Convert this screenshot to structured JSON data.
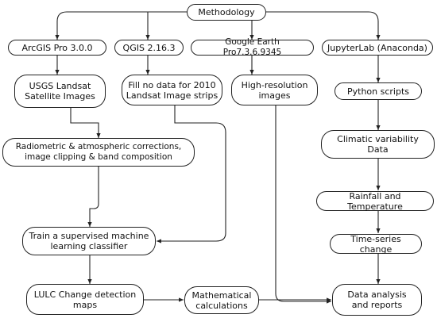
{
  "diagram": {
    "root": "Methodology",
    "tools": {
      "arcgis": "ArcGIS Pro 3.0.0",
      "qgis": "QGIS 2.16.3",
      "google_earth": "Google Earth Pro7.3.6.9345",
      "jupyter": "JupyterLab (Anaconda)"
    },
    "steps": {
      "landsat": "USGS Landsat\nSatellite Images",
      "fill_nodata": "Fill no data for 2010\nLandsat Image strips",
      "high_res": "High-resolution\nimages",
      "python": "Python scripts",
      "corrections": "Radiometric & atmospheric corrections,\nimage clipping & band composition",
      "climatic": "Climatic variability\nData",
      "rainfall": "Rainfall and Temperature",
      "timeseries": "Time-series change",
      "train": "Train a supervised machine\nlearning classifier",
      "lulc": "LULC Change detection\nmaps",
      "math": "Mathematical\ncalculations",
      "analysis": "Data analysis\nand reports"
    },
    "colors": {
      "stroke": "#222222",
      "background": "#ffffff"
    }
  }
}
